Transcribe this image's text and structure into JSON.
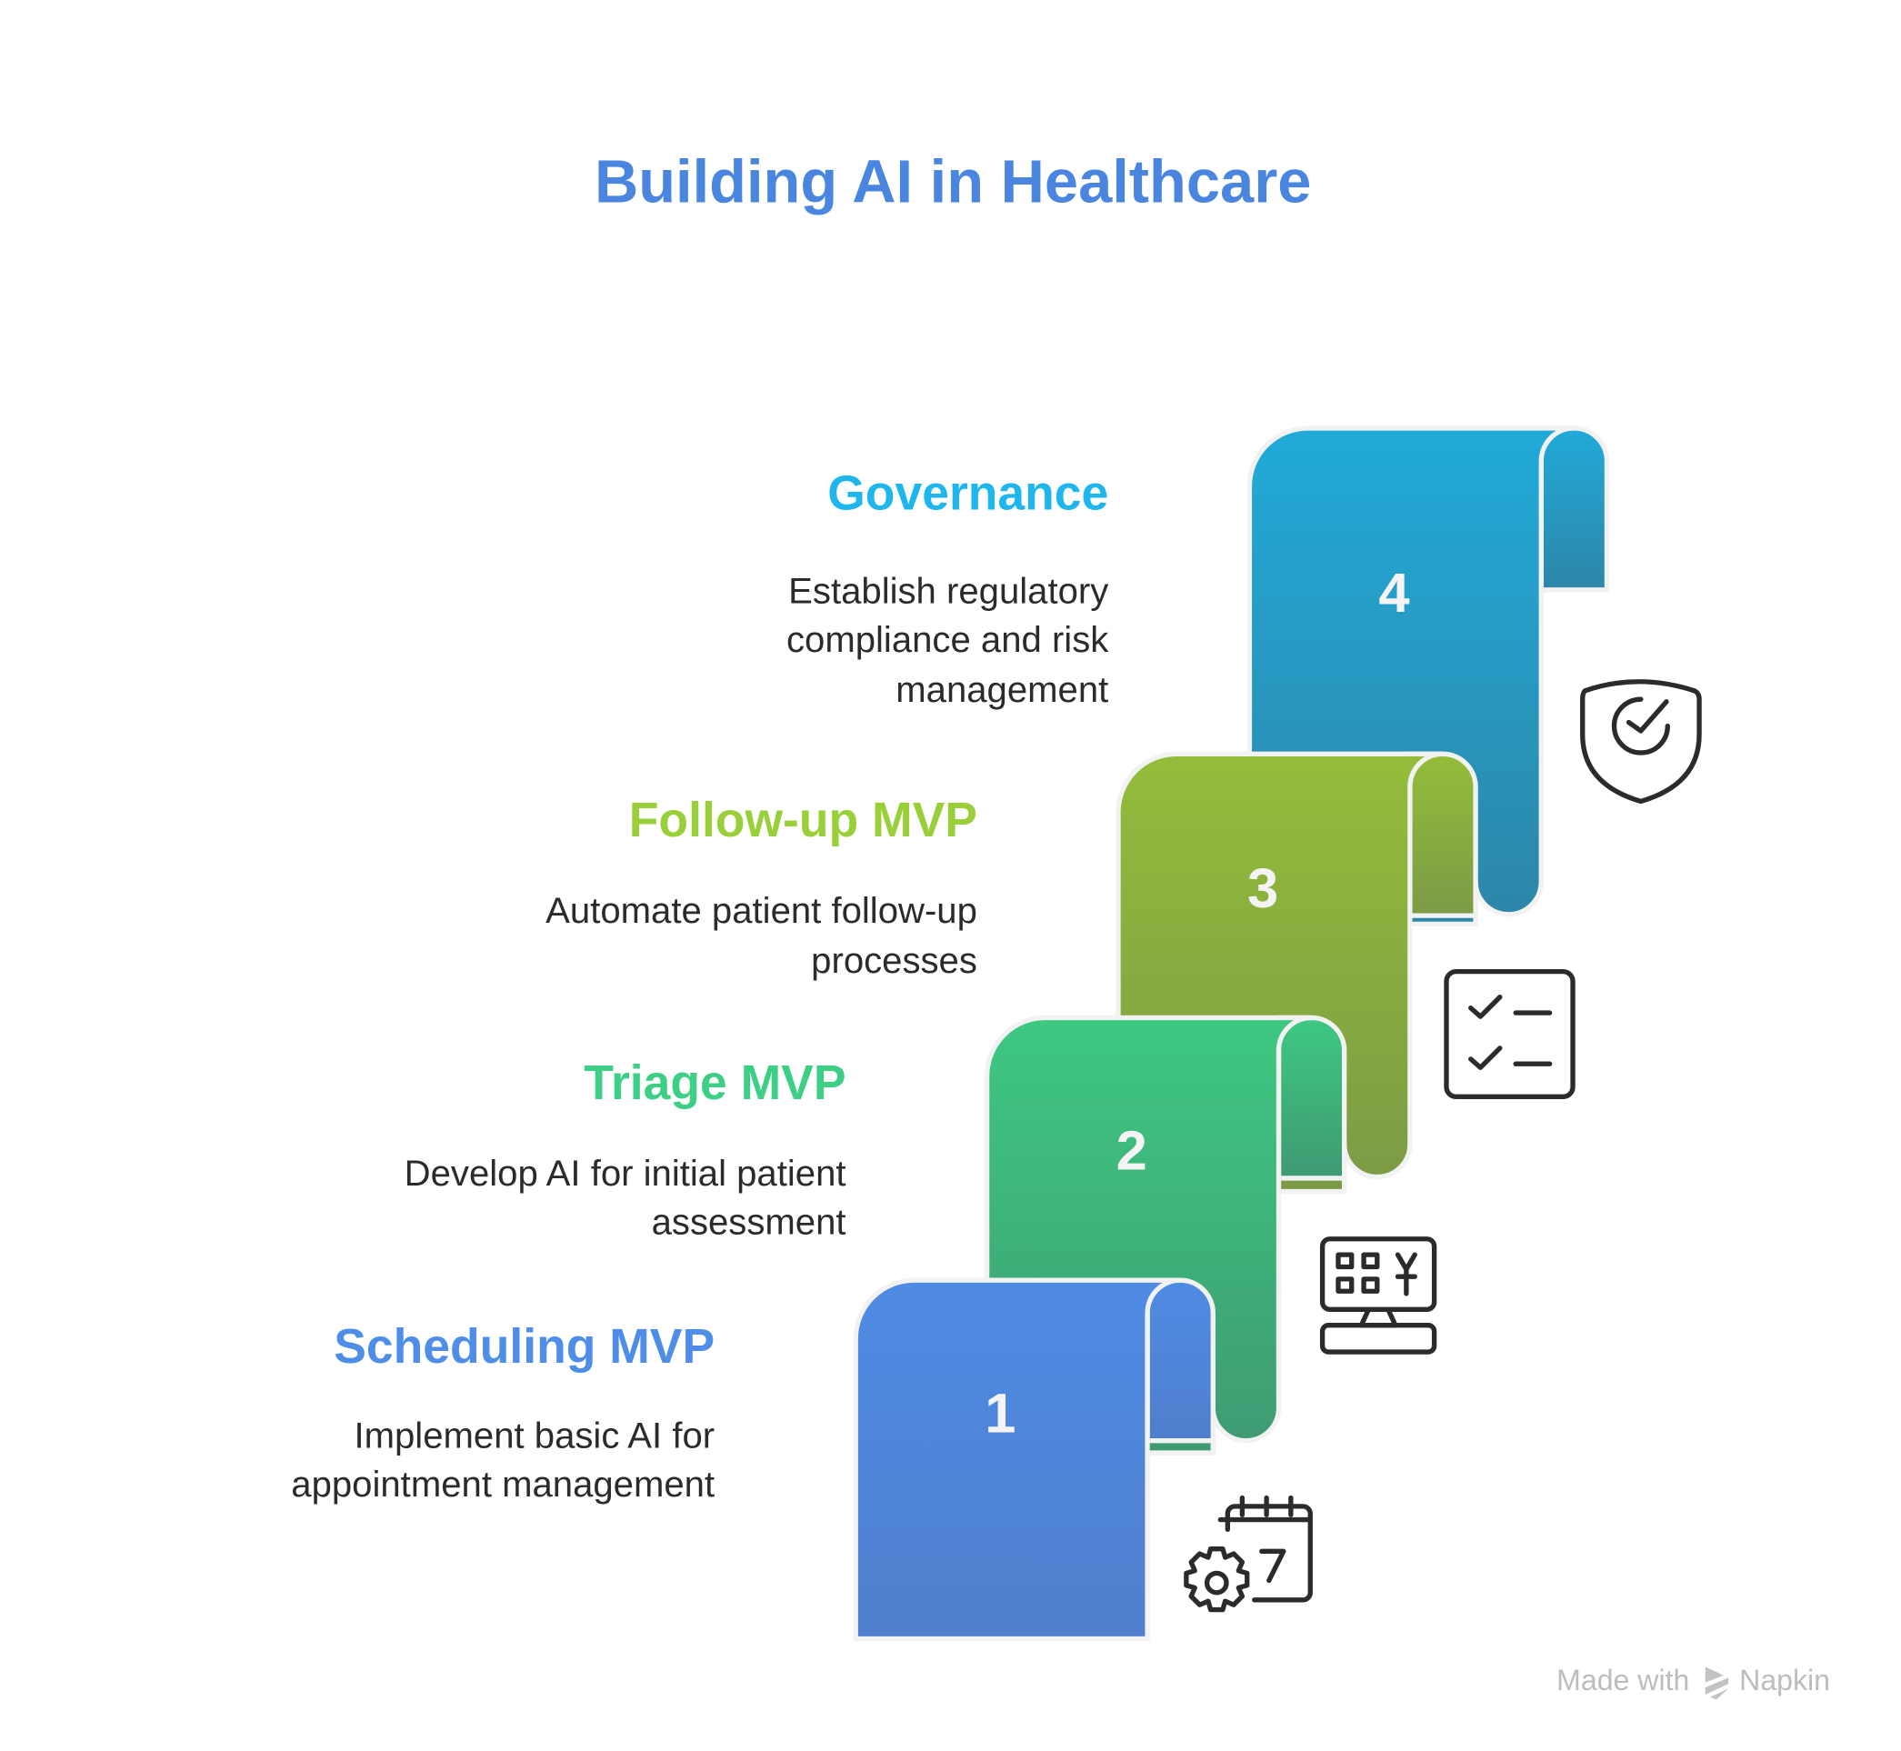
{
  "title": "Building AI in Healthcare",
  "colors": {
    "title": "#4a86e0"
  },
  "steps": [
    {
      "number": "4",
      "title": "Governance",
      "desc": [
        "Establish regulatory",
        "compliance and risk",
        "management"
      ],
      "color": "#1fb6ee",
      "icon": "shield-check-icon"
    },
    {
      "number": "3",
      "title": "Follow-up MVP",
      "desc": [
        "Automate patient follow-up",
        "processes"
      ],
      "color": "#99d03a",
      "icon": "checklist-icon"
    },
    {
      "number": "2",
      "title": "Triage MVP",
      "desc": [
        "Develop AI for initial patient",
        "assessment"
      ],
      "color": "#3ecf86",
      "icon": "computer-keyboard-icon"
    },
    {
      "number": "1",
      "title": "Scheduling MVP",
      "desc": [
        "Implement basic AI for",
        "appointment management"
      ],
      "color": "#4e8ee8",
      "icon": "calendar-gear-icon"
    }
  ],
  "watermark": {
    "made_with": "Made with",
    "brand": "Napkin"
  }
}
